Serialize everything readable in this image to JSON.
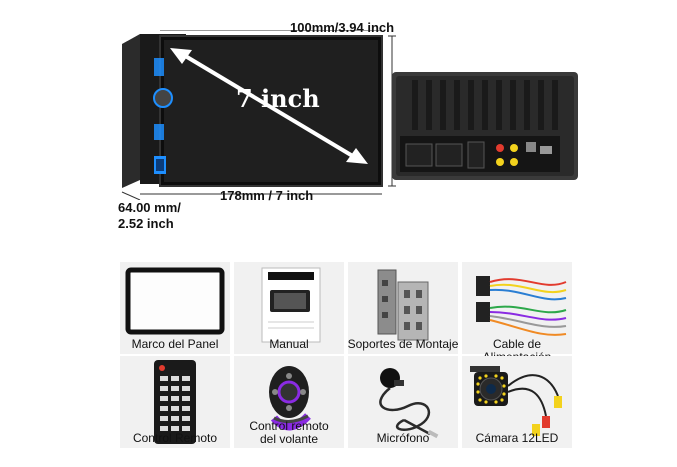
{
  "dimensions": {
    "width_label": "100mm/3.94 inch",
    "screen_label": "7 inch",
    "length_label": "178mm / 7 inch",
    "depth_label_line1": "64.00 mm/",
    "depth_label_line2": "2.52 inch"
  },
  "accessories": [
    {
      "icon": "panel-frame-icon",
      "label": "Marco del Panel"
    },
    {
      "icon": "manual-icon",
      "label": "Manual"
    },
    {
      "icon": "mounting-brackets-icon",
      "label": "Soportes de Montaje"
    },
    {
      "icon": "power-cable-icon",
      "label": "Cable de Alimentación"
    },
    {
      "icon": "remote-control-icon",
      "label": "Control Remoto"
    },
    {
      "icon": "steering-wheel-control-icon",
      "label_line1": "Control remoto",
      "label_line2": "del volante"
    },
    {
      "icon": "microphone-icon",
      "label": "Micrófono"
    },
    {
      "icon": "camera-icon",
      "label": "Cámara 12LED"
    }
  ],
  "colors": {
    "accent_blue": "#1e8fff",
    "steering_purple": "#8a2be2"
  }
}
